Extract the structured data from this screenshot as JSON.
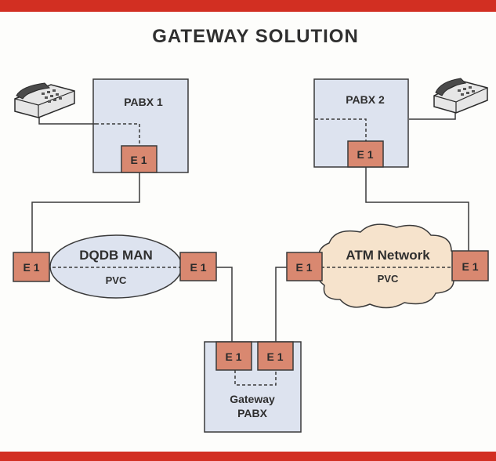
{
  "title": "GATEWAY SOLUTION",
  "pabx1": {
    "label": "PABX 1",
    "e1": "E 1"
  },
  "pabx2": {
    "label": "PABX 2",
    "e1": "E 1"
  },
  "dqdb": {
    "label": "DQDB MAN",
    "pvc": "PVC",
    "e1_left": "E 1",
    "e1_right": "E 1"
  },
  "atm": {
    "label": "ATM Network",
    "pvc": "PVC",
    "e1_left": "E 1",
    "e1_right": "E 1"
  },
  "gateway": {
    "line1": "Gateway",
    "line2": "PABX",
    "e1_left": "E 1",
    "e1_right": "E 1"
  },
  "colors": {
    "banner": "#d22f22",
    "box_fill": "#dde3ef",
    "e1_fill": "#d98870",
    "cloud_fill": "#f6e3cc",
    "line": "#3a3a3a"
  }
}
